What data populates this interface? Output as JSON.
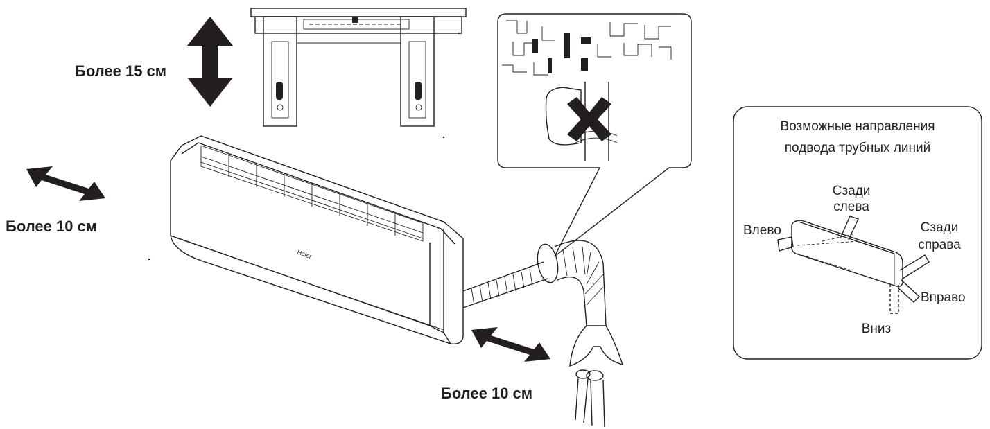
{
  "labels": {
    "top_clearance": "Более 15 см",
    "left_clearance": "Более 10 см",
    "right_clearance": "Более 10 см"
  },
  "inset": {
    "title_line1": "Возможные направления",
    "title_line2": "подвода трубных линий",
    "rear_left_line1": "Сзади",
    "rear_left_line2": "слева",
    "left": "Влево",
    "rear_right_line1": "Сзади",
    "rear_right_line2": "справа",
    "right": "Вправо",
    "down": "Вниз"
  },
  "brand_mark": "Haier",
  "colors": {
    "ink": "#231f20",
    "background": "#ffffff"
  },
  "icons": [
    "double-arrow-vertical",
    "double-arrow-diagonal",
    "cross-mark"
  ]
}
